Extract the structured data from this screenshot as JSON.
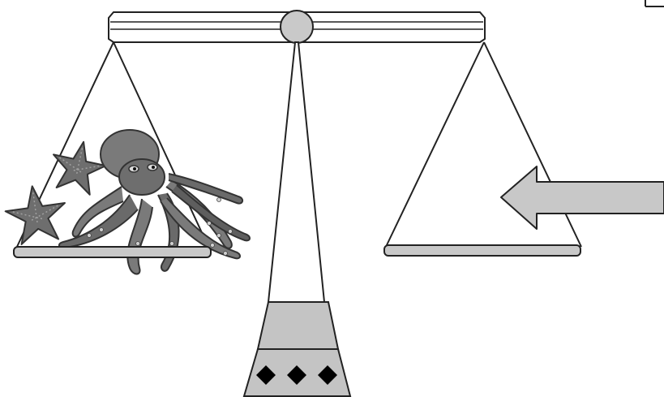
{
  "scene": {
    "left_pan_contents": [
      "octopus",
      "starfish",
      "starfish"
    ],
    "right_pan_contents": [],
    "pointer": "arrow-left-icon",
    "base_markers": [
      "diamond-icon",
      "diamond-icon",
      "diamond-icon"
    ]
  },
  "colors": {
    "outline": "#222222",
    "pan_fill": "#c8c8c8",
    "pivot_fill": "#c9c9c9",
    "base_fill": "#c4c4c4",
    "arrow_fill": "#c8c8c8",
    "octopus_fill": "#7a7a7a",
    "starfish_fill": "#6e6e6e",
    "diamond_fill": "#000000"
  }
}
